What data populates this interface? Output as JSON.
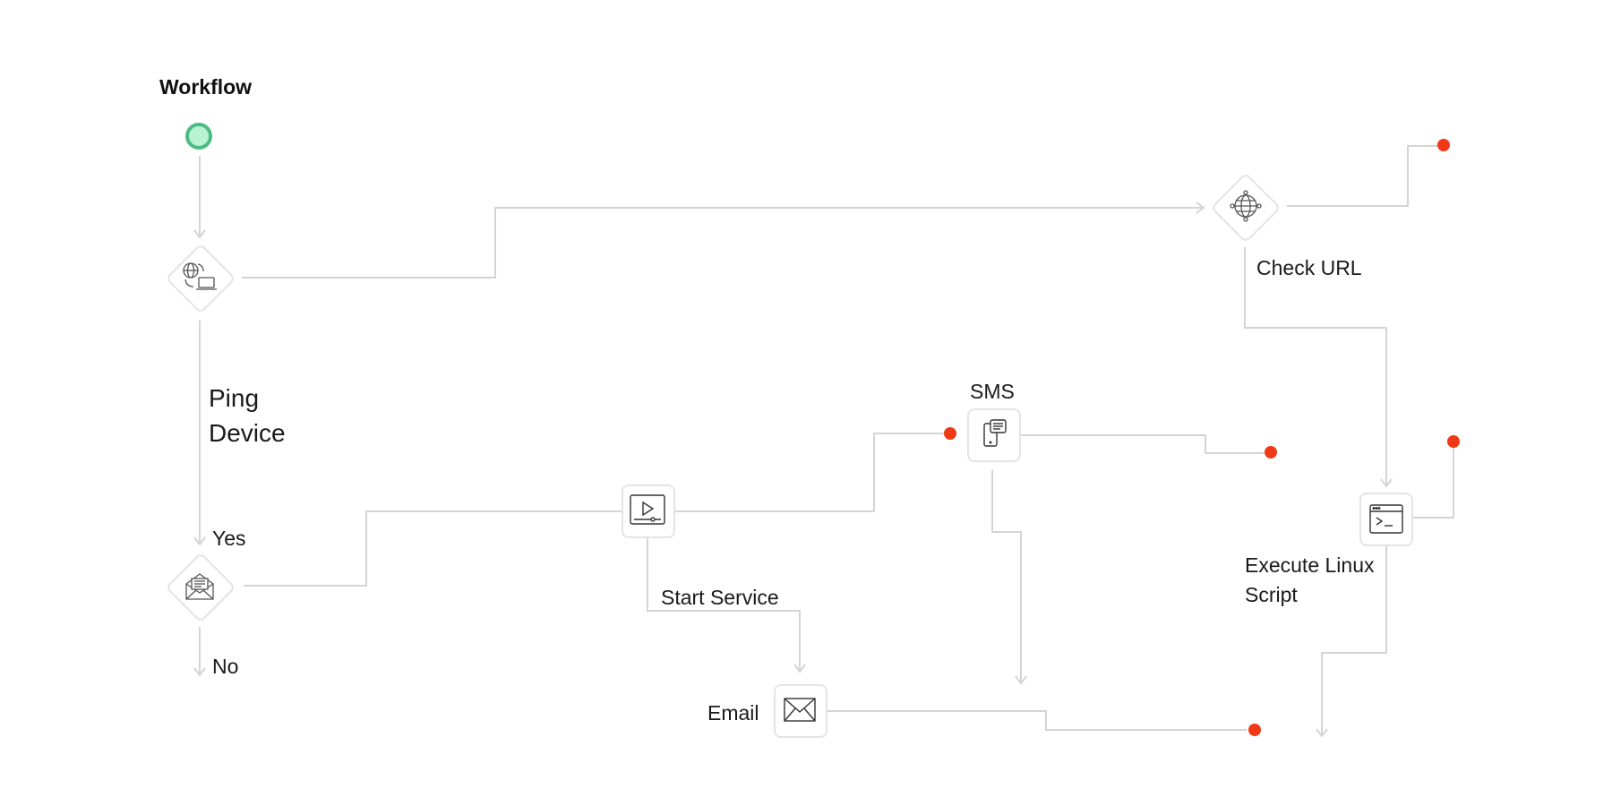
{
  "workflow": {
    "title": "Workflow",
    "nodes": {
      "ping_device": {
        "label_line1": "Ping",
        "label_line2": "Device",
        "icon": "ping-device-icon"
      },
      "check_url": {
        "label": "Check URL",
        "icon": "globe-icon"
      },
      "email_condition": {
        "icon": "open-mail-icon",
        "branch_yes": "Yes",
        "branch_no": "No"
      },
      "start_service": {
        "label": "Start Service",
        "icon": "play-service-icon"
      },
      "sms": {
        "label": "SMS",
        "icon": "mobile-message-icon"
      },
      "email": {
        "label": "Email",
        "icon": "envelope-icon"
      },
      "execute_script": {
        "label_line1": "Execute Linux",
        "label_line2": "Script",
        "icon": "terminal-icon"
      }
    },
    "colors": {
      "connector": "#d4d4d4",
      "endpoint": "#f03a17",
      "start_fill": "#b9f3d2",
      "start_border": "#4bbd83"
    }
  }
}
